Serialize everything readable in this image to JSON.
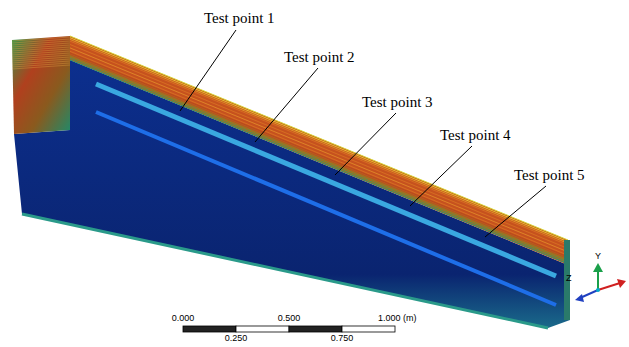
{
  "diagram": {
    "labels": [
      "Test point 1",
      "Test point 2",
      "Test point 3",
      "Test point 4",
      "Test point 5",
      "0.000",
      "0.500",
      "1.000 (m)",
      "0.250",
      "0.750",
      "Y",
      "Z"
    ]
  }
}
